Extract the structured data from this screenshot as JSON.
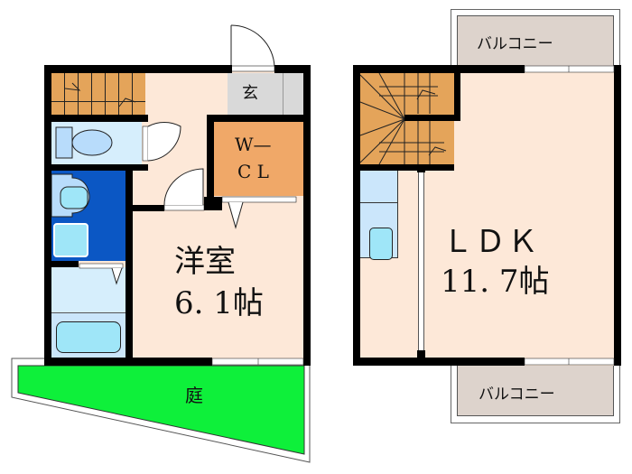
{
  "floor1": {
    "entrance_label": "玄",
    "wcl_label_line1": "W—",
    "wcl_label_line2": "C L",
    "bedroom_label": "洋室",
    "bedroom_size": "6. 1帖",
    "garden_label": "庭"
  },
  "floor2": {
    "balcony_top_label": "バルコニー",
    "balcony_bottom_label": "バルコニー",
    "ldk_label": "ＬＤＫ",
    "ldk_size": "11. 7帖"
  },
  "colors": {
    "floor": "#fde8d8",
    "stairs": "#e4a45a",
    "wcl": "#f0a868",
    "entrance": "#d9d9d9",
    "toilet": "#d6eefc",
    "washroom": "#0b57c4",
    "bath": "#cbe6fb",
    "fixture": "#9fe6f8",
    "garden": "#0ef03a",
    "balcony": "#ddd3cc",
    "wall": "#000000"
  }
}
